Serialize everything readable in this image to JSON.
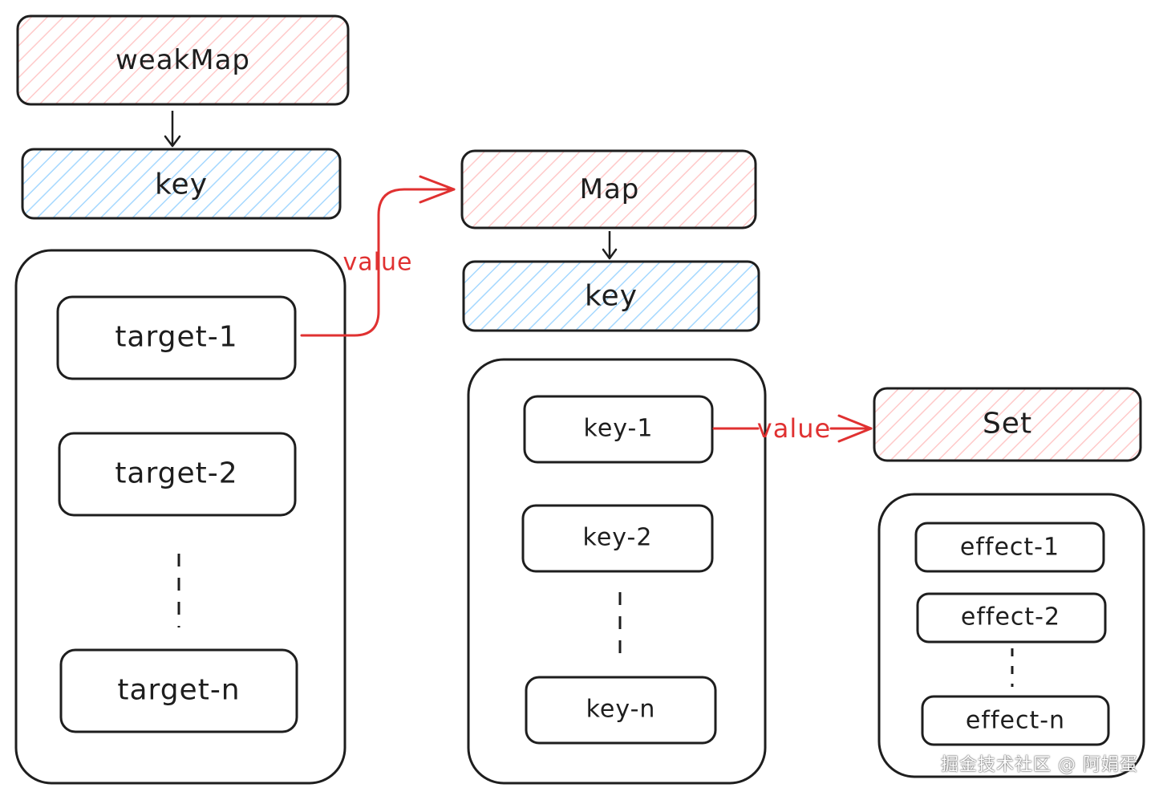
{
  "nodes": {
    "weakmap": "weakMap",
    "wm_key": "key",
    "target_1": "target-1",
    "target_2": "target-2",
    "target_n": "target-n",
    "map": "Map",
    "map_key": "key",
    "key_1": "key-1",
    "key_2": "key-2",
    "key_n": "key-n",
    "set": "Set",
    "effect_1": "effect-1",
    "effect_2": "effect-2",
    "effect_n": "effect-n"
  },
  "edges": {
    "value_1": "value",
    "value_2": "value"
  },
  "colors": {
    "stroke": "#1e1e1e",
    "red_fill": "#ffc9c9",
    "blue_fill": "#a5d8ff",
    "arrow_red": "#e03131"
  },
  "watermark": "掘金技术社区 @ 阿娟蛋"
}
